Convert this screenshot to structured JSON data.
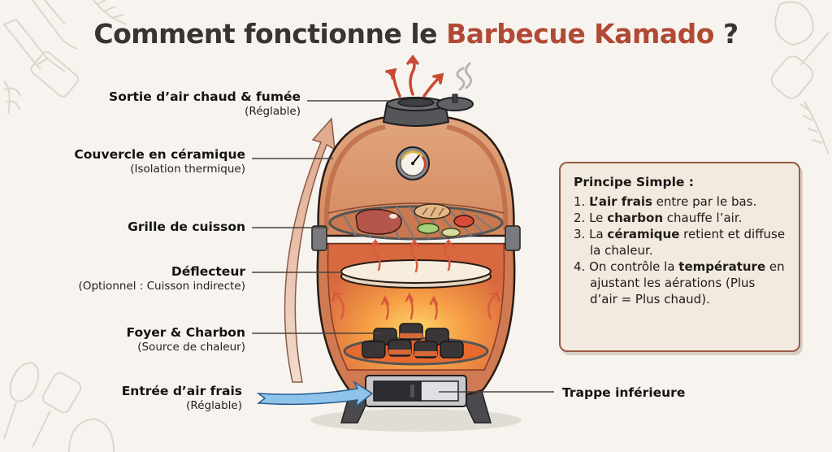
{
  "title": {
    "prefix": "Comment fonctionne le ",
    "accent": "Barbecue Kamado",
    "suffix": " ?",
    "accent_color": "#b04a35"
  },
  "labels": [
    {
      "id": "sortie",
      "main": "Sortie d’air chaud & fumée",
      "sub": "(Réglable)"
    },
    {
      "id": "couvercle",
      "main": "Couvercle en céramique",
      "sub": "(Isolation thermique)"
    },
    {
      "id": "grille",
      "main": "Grille de cuisson",
      "sub": ""
    },
    {
      "id": "deflecteur",
      "main": "Déflecteur",
      "sub": "(Optionnel : Cuisson indirecte)"
    },
    {
      "id": "foyer",
      "main": "Foyer & Charbon",
      "sub": "(Source de chaleur)"
    },
    {
      "id": "entree",
      "main": "Entrée d’air frais",
      "sub": "(Réglable)"
    }
  ],
  "right_label": {
    "trappe": "Trappe inférieure"
  },
  "principle": {
    "heading": "Principe Simple :",
    "items": [
      {
        "num": "1.",
        "bold": "L’air frais",
        "pre": "",
        "post": " entre par le bas."
      },
      {
        "num": "2.",
        "pre": "Le ",
        "bold": "charbon",
        "post": " chauffe l’air."
      },
      {
        "num": "3.",
        "pre": "La ",
        "bold": "céramique",
        "post": " retient et diffuse la chaleur."
      },
      {
        "num": "4.",
        "pre": "On contrôle la ",
        "bold": "température",
        "post": " en ajustant les aérations (Plus d’air = Plus chaud)."
      }
    ]
  },
  "colors": {
    "background": "#f7f4ef",
    "ceramic": "#c9754f",
    "ceramic_light": "#dca07a",
    "ceramic_dark": "#9a4a30",
    "fire": "#f08a3a",
    "air_in": "#8ec4ec",
    "hot_arrow": "#d4543a",
    "box_border": "#9a5a45",
    "box_bg": "#f2e9df"
  }
}
